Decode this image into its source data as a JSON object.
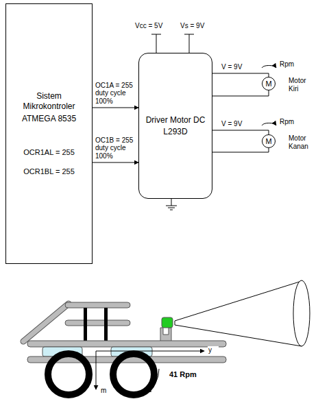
{
  "diagram": {
    "nodes": [
      {
        "text": [
          "Sistem Mikrokontroler",
          "ATMEGA 8535",
          "OCR1AL = 255",
          "OCR1BL = 255"
        ]
      },
      {
        "text": [
          "Driver Motor DC",
          "L293D"
        ]
      },
      {
        "text": [
          "M"
        ]
      },
      {
        "text": [
          "M"
        ]
      }
    ],
    "edges": [
      {
        "from": 0,
        "to": 1,
        "arrow": "to",
        "label": "OC1A = 255 duty cycle 100%"
      },
      {
        "from": 0,
        "to": 1,
        "arrow": "to",
        "label": "OC1B = 255 duty cycle 100%"
      },
      {
        "from": 1,
        "to": 2,
        "arrow": "none",
        "label": "V = 9V"
      },
      {
        "from": 1,
        "to": 3,
        "arrow": "none",
        "label": "V = 9V"
      }
    ],
    "labels": [
      "Vcc = 5V",
      "Vs = 9V",
      "Rpm",
      "Motor Kiri",
      "Rpm",
      "Motor Kanan",
      "41 Rpm",
      "y",
      "m"
    ]
  }
}
